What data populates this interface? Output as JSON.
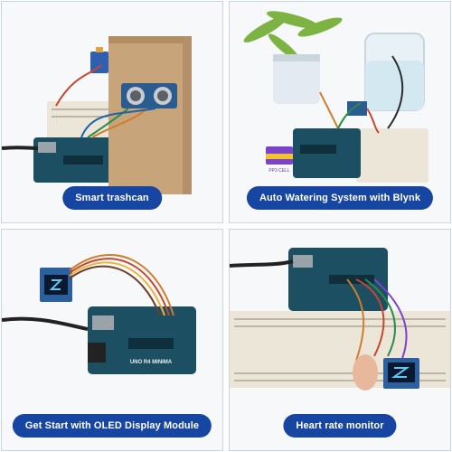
{
  "tiles": [
    {
      "caption": "Smart trashcan"
    },
    {
      "caption": "Auto Watering System with Blynk"
    },
    {
      "caption": "Get Start with OLED Display Module"
    },
    {
      "caption": "Heart rate monitor"
    }
  ],
  "labels": {
    "battery": "PP3 CELL",
    "board_brand": "UNO R4 MINIMA"
  },
  "colors": {
    "caption_bg": "#1746a2",
    "board": "#1d4f63",
    "cardboard": "#c8a47a"
  }
}
